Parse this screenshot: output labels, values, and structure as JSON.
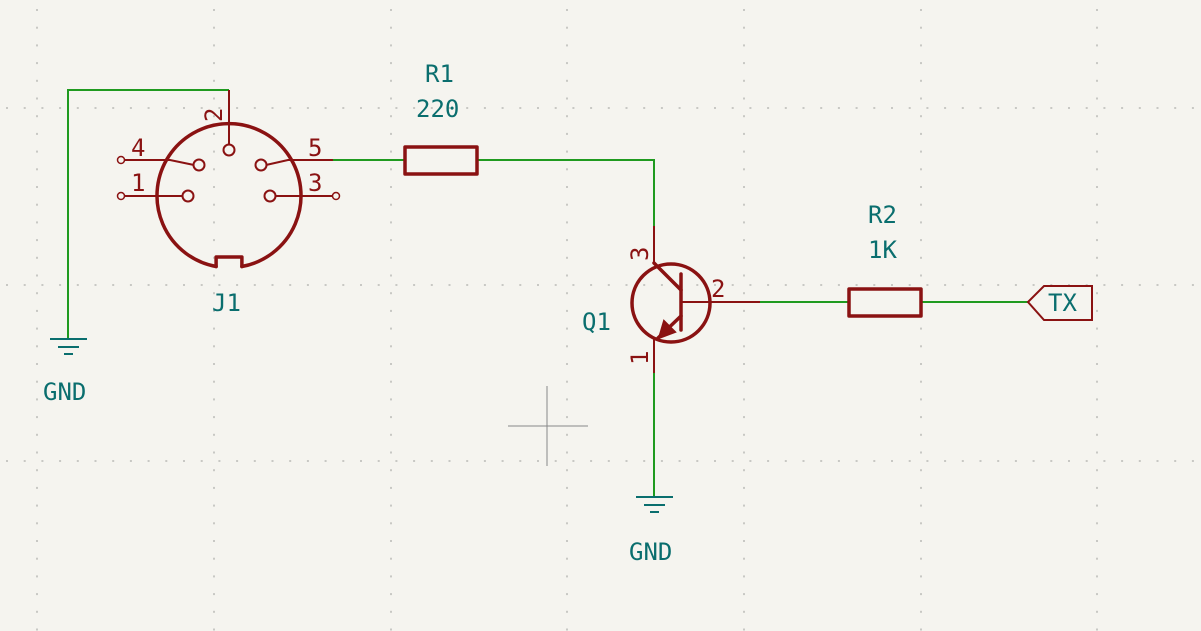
{
  "schematic": {
    "connector": {
      "ref": "J1",
      "pins": [
        "1",
        "2",
        "3",
        "4",
        "5"
      ]
    },
    "resistor_r1": {
      "ref": "R1",
      "value": "220"
    },
    "resistor_r2": {
      "ref": "R2",
      "value": "1K"
    },
    "transistor": {
      "ref": "Q1",
      "pins": [
        "1",
        "2",
        "3"
      ]
    },
    "power": {
      "gnd_left": "GND",
      "gnd_right": "GND"
    },
    "label_tx": "TX"
  },
  "colors": {
    "background": "#f5f4ef",
    "symbol": "#8a1212",
    "wire": "#1f9a1f",
    "text": "#0a6e6e",
    "grid": "#c8c8c4"
  }
}
